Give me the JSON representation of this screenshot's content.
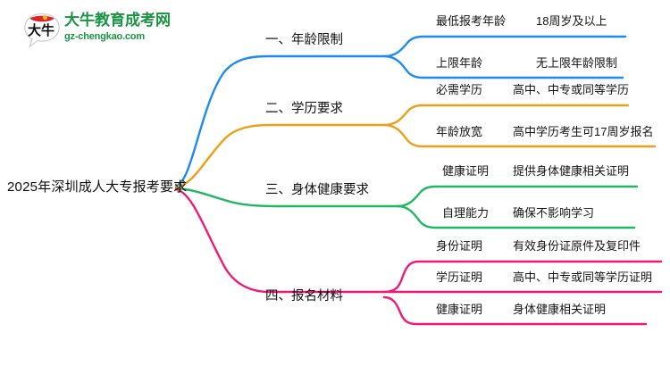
{
  "logo": {
    "mark_text": "大牛",
    "name_cn": "大牛教育成考网",
    "domain": "gz-chengkao.com",
    "brand_green": "#1a9442",
    "brand_red": "#d6262b"
  },
  "mindmap": {
    "root": "2025年深圳成人大专报考要求",
    "branches": [
      {
        "label": "一、年龄限制",
        "color": "#1e8bf0",
        "items": [
          {
            "key": "最低报考年龄",
            "value": "18周岁及以上"
          },
          {
            "key": "上限年龄",
            "value": "无上限年龄限制"
          }
        ]
      },
      {
        "label": "二、学历要求",
        "color": "#e9a01b",
        "items": [
          {
            "key": "必需学历",
            "value": "高中、中专或同等学历"
          },
          {
            "key": "年龄放宽",
            "value": "高中学历考生可17周岁报名"
          }
        ]
      },
      {
        "label": "三、身体健康要求",
        "color": "#1fb762",
        "items": [
          {
            "key": "健康证明",
            "value": "提供身体健康相关证明"
          },
          {
            "key": "自理能力",
            "value": "确保不影响学习"
          }
        ]
      },
      {
        "label": "四、报名材料",
        "color": "#ef1a76",
        "items": [
          {
            "key": "身份证明",
            "value": "有效身份证原件及复印件"
          },
          {
            "key": "学历证明",
            "value": "高中、中专或同等学历证明"
          },
          {
            "key": "健康证明",
            "value": "身体健康相关证明"
          }
        ]
      }
    ]
  }
}
